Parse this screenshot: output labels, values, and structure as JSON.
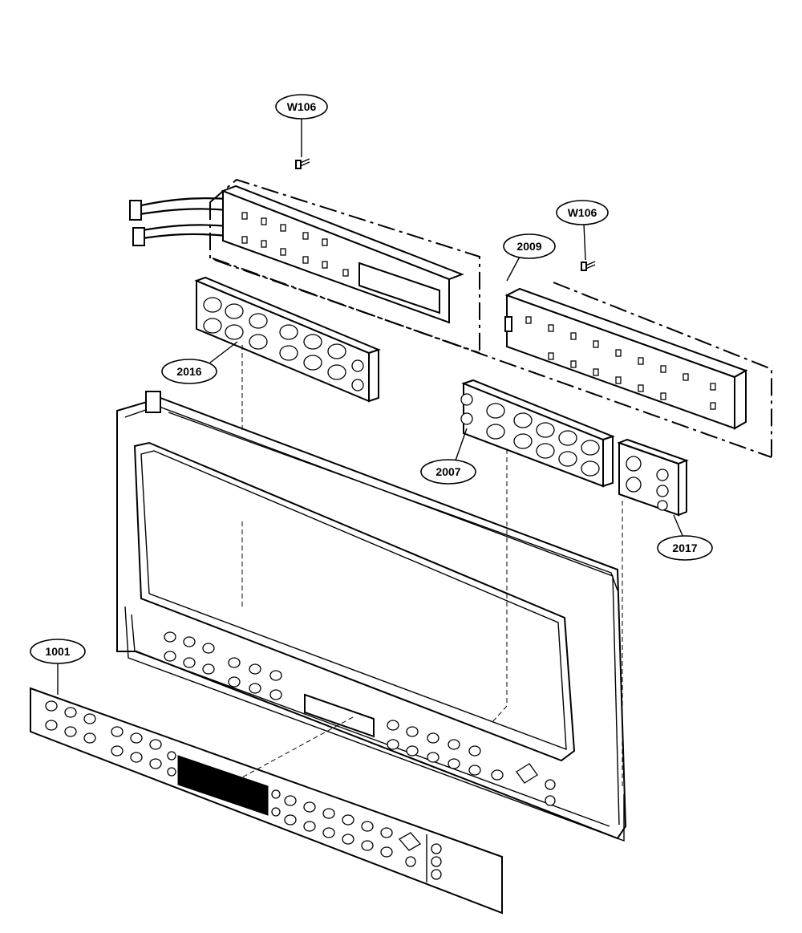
{
  "diagram": {
    "callouts": [
      {
        "id": "w106_top",
        "label": "W106"
      },
      {
        "id": "w106_right",
        "label": "W106"
      },
      {
        "id": "p2009",
        "label": "2009"
      },
      {
        "id": "p2016",
        "label": "2016"
      },
      {
        "id": "p2007",
        "label": "2007"
      },
      {
        "id": "p2017",
        "label": "2017"
      },
      {
        "id": "p1001",
        "label": "1001"
      }
    ]
  }
}
